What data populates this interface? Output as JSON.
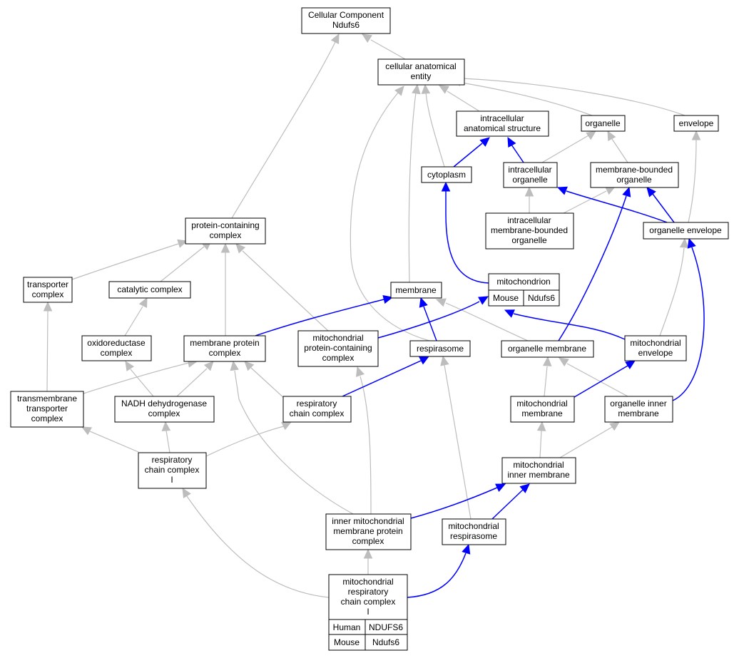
{
  "colors": {
    "gray_edge": "#bdbdbd",
    "blue_edge": "#0000ff",
    "human": "#ff6347",
    "mouse": "#add8e6"
  },
  "nodes": {
    "cc": [
      "Cellular Component",
      "Ndufs6"
    ],
    "cae": [
      "cellular anatomical",
      "entity"
    ],
    "ias": [
      "intracellular",
      "anatomical structure"
    ],
    "org": [
      "organelle"
    ],
    "env": [
      "envelope"
    ],
    "cyto": [
      "cytoplasm"
    ],
    "io": [
      "intracellular",
      "organelle"
    ],
    "mbo": [
      "membrane-bounded",
      "organelle"
    ],
    "pcc": [
      "protein-containing",
      "complex"
    ],
    "imbo": [
      "intracellular",
      "membrane-bounded",
      "organelle"
    ],
    "oe": [
      "organelle envelope"
    ],
    "tc": [
      "transporter",
      "complex"
    ],
    "cat": [
      "catalytic complex"
    ],
    "memb": [
      "membrane"
    ],
    "mito": [
      "mitochondrion"
    ],
    "oxc": [
      "oxidoreductase",
      "complex"
    ],
    "mpc": [
      "membrane protein",
      "complex"
    ],
    "mpcc": [
      "mitochondrial",
      "protein-containing",
      "complex"
    ],
    "resp": [
      "respirasome"
    ],
    "om": [
      "organelle membrane"
    ],
    "menv": [
      "mitochondrial",
      "envelope"
    ],
    "ttc": [
      "transmembrane",
      "transporter",
      "complex"
    ],
    "nadh": [
      "NADH dehydrogenase",
      "complex"
    ],
    "rcc": [
      "respiratory",
      "chain complex"
    ],
    "mm": [
      "mitochondrial",
      "membrane"
    ],
    "oim": [
      "organelle inner",
      "membrane"
    ],
    "rcc1": [
      "respiratory",
      "chain complex",
      "I"
    ],
    "mim": [
      "mitochondrial",
      "inner membrane"
    ],
    "imc": [
      "inner mitochondrial",
      "membrane protein",
      "complex"
    ],
    "mresp": [
      "mitochondrial",
      "respirasome"
    ],
    "mrcc1": [
      "mitochondrial",
      "respiratory",
      "chain complex",
      "I"
    ]
  },
  "mitochondrion_table": {
    "species": "Mouse",
    "gene": "Ndufs6"
  },
  "mrcc1_table": [
    {
      "species": "Human",
      "gene": "NDUFS6"
    },
    {
      "species": "Mouse",
      "gene": "Ndufs6"
    }
  ]
}
